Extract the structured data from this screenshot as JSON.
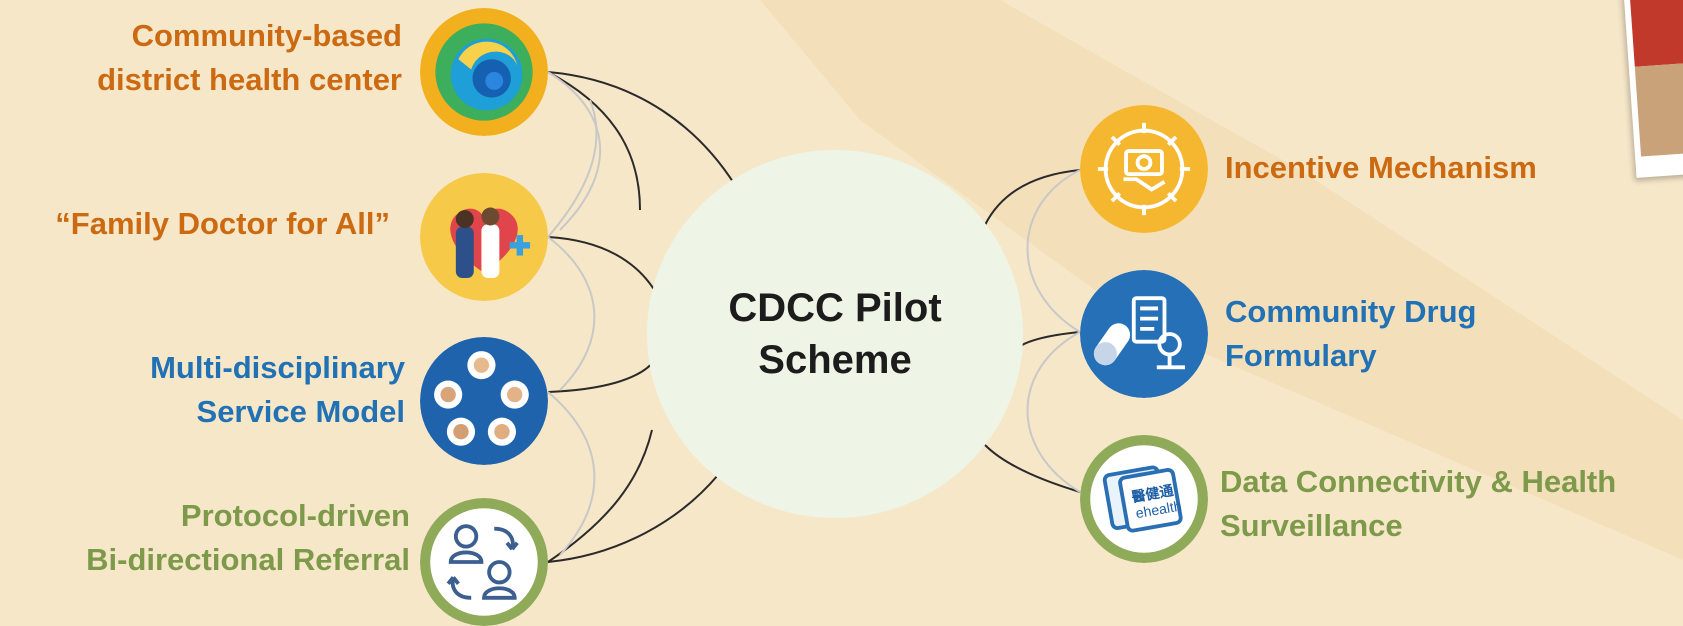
{
  "center": {
    "title": "CDCC Pilot\nScheme"
  },
  "left_items": [
    {
      "label": "Community-based\ndistrict health center",
      "icon": "district-health-center-icon"
    },
    {
      "label": "“Family Doctor for All”",
      "icon": "family-doctor-icon"
    },
    {
      "label": "Multi-disciplinary\nService Model",
      "icon": "multidisciplinary-team-icon"
    },
    {
      "label": "Protocol-driven\nBi-directional Referral",
      "icon": "referral-icon"
    }
  ],
  "right_items": [
    {
      "label": "Incentive Mechanism",
      "icon": "incentive-icon"
    },
    {
      "label": "Community Drug\nFormulary",
      "icon": "drug-formulary-icon"
    },
    {
      "label": "Data Connectivity & Health\nSurveillance",
      "icon": "ehealth-icon"
    }
  ],
  "ehealth_logo": {
    "line1": "醫健通",
    "line2": "ehealth"
  },
  "colors": {
    "orange": "#cc6a12",
    "blue": "#2171b5",
    "green": "#7d9a4a",
    "background": "#f7e7c9",
    "center": "#eef4e6"
  }
}
